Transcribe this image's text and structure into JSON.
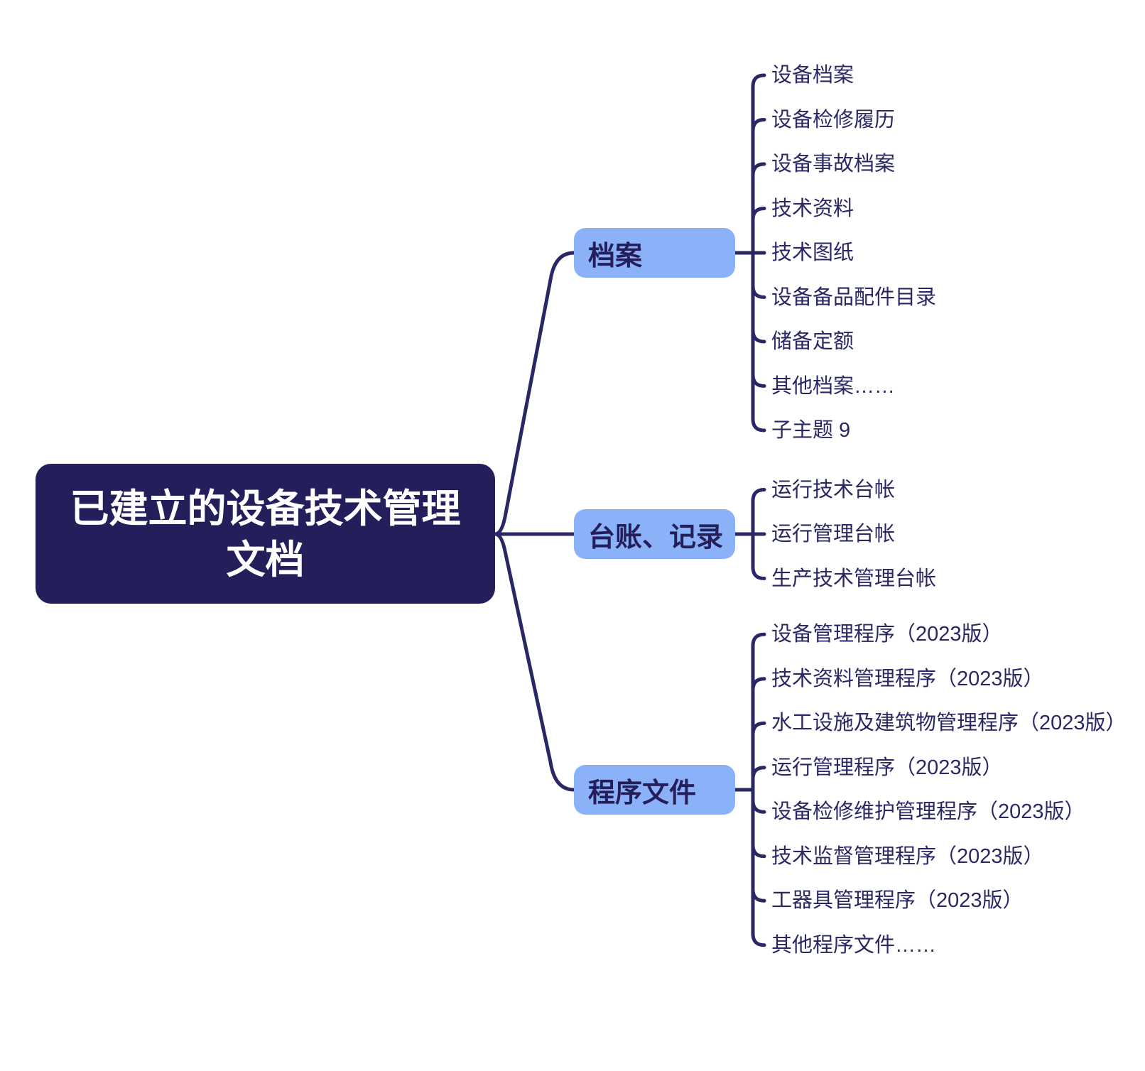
{
  "root": {
    "label": "已建立的设备技术管理文档"
  },
  "branches": [
    {
      "label": "档案",
      "children": [
        "设备档案",
        "设备检修履历",
        "设备事故档案",
        "技术资料",
        "技术图纸",
        "设备备品配件目录",
        "储备定额",
        "其他档案……",
        "子主题 9"
      ]
    },
    {
      "label": "台账、记录",
      "children": [
        "运行技术台帐",
        "运行管理台帐",
        "生产技术管理台帐"
      ]
    },
    {
      "label": "程序文件",
      "children": [
        "设备管理程序（2023版）",
        "技术资料管理程序（2023版）",
        "水工设施及建筑物管理程序（2023版）",
        "运行管理程序（2023版）",
        "设备检修维护管理程序（2023版）",
        "技术监督管理程序（2023版）",
        "工器具管理程序（2023版）",
        "其他程序文件……"
      ]
    }
  ],
  "colors": {
    "canvas_bg": "#FFFFFF",
    "root_bg": "#241E5A",
    "root_text": "#FFFFFF",
    "branch_bg": "#8BB2F9",
    "branch_text": "#241E5A",
    "leaf_text": "#2A2765",
    "line": "#2A2765"
  }
}
